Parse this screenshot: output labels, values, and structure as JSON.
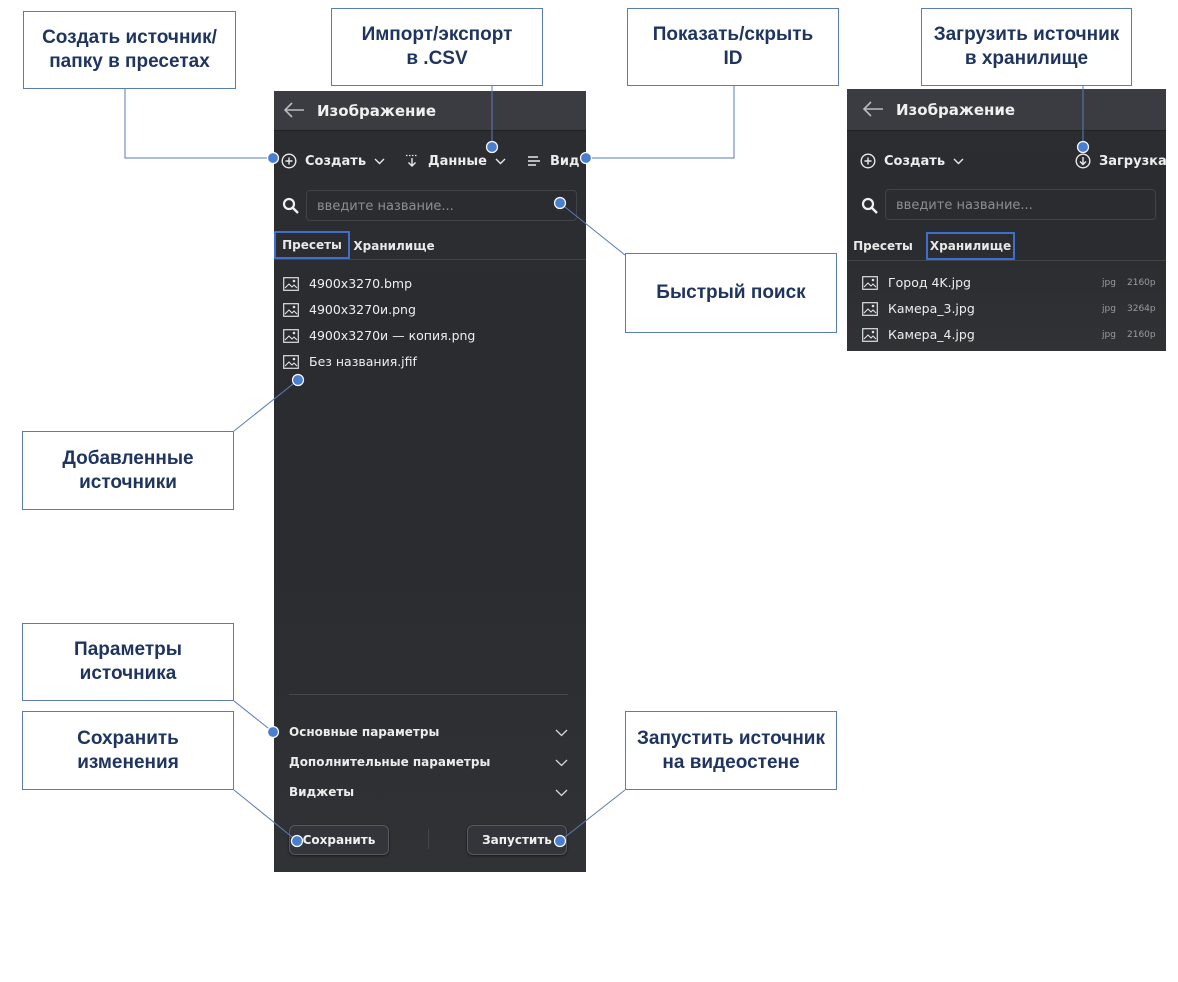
{
  "callouts": {
    "create": "Создать источник/\nпапку в пресетах",
    "import": "Импорт/экспорт\nв .CSV",
    "show_id": "Показать/скрыть\nID",
    "upload": "Загрузить источник\nв хранилище",
    "quick_search": "Быстрый поиск",
    "added_sources": "Добавленные\nисточники",
    "params": "Параметры\nисточника",
    "save": "Сохранить\nизменения",
    "launch": "Запустить источник\nна видеостене"
  },
  "left_panel": {
    "title": "Изображение",
    "toolbar": {
      "create_label": "Создать",
      "data_label": "Данные",
      "view_label": "Вид"
    },
    "search": {
      "placeholder": "введите название..."
    },
    "tabs": [
      {
        "label": "Пресеты",
        "active": true
      },
      {
        "label": "Хранилище",
        "active": false
      }
    ],
    "files": [
      {
        "name": "4900x3270.bmp"
      },
      {
        "name": "4900x3270и.png"
      },
      {
        "name": "4900x3270и — копия.png"
      },
      {
        "name": "Без названия.jfif"
      }
    ],
    "params": [
      {
        "label": "Основные параметры"
      },
      {
        "label": "Дополнительные параметры"
      },
      {
        "label": "Виджеты"
      }
    ],
    "buttons": {
      "save": "Сохранить",
      "launch": "Запустить"
    }
  },
  "right_panel": {
    "title": "Изображение",
    "toolbar": {
      "create_label": "Создать",
      "upload_label": "Загрузка"
    },
    "search": {
      "placeholder": "введите название..."
    },
    "tabs": [
      {
        "label": "Пресеты",
        "active": false
      },
      {
        "label": "Хранилище",
        "active": true
      }
    ],
    "files": [
      {
        "name": "Город 4K.jpg",
        "ext": "jpg",
        "res": "2160p"
      },
      {
        "name": "Камера_3.jpg",
        "ext": "jpg",
        "res": "3264p"
      },
      {
        "name": "Камера_4.jpg",
        "ext": "jpg",
        "res": "2160p"
      }
    ]
  },
  "colors": {
    "callout_border": "#5a7bb5",
    "callout_text": "#1f3560",
    "panel_bg": "#2b2d31",
    "header_bg": "#3a3c41",
    "active_tab_border": "#3f6fcc",
    "dot": "#4a7fd0"
  },
  "icons": {
    "back": "arrow-left-icon",
    "create": "plus-circle-icon",
    "data": "import-export-icon",
    "view": "list-view-icon",
    "upload": "download-circle-icon",
    "search": "search-icon",
    "file": "image-file-icon",
    "chevron": "chevron-down-icon"
  }
}
